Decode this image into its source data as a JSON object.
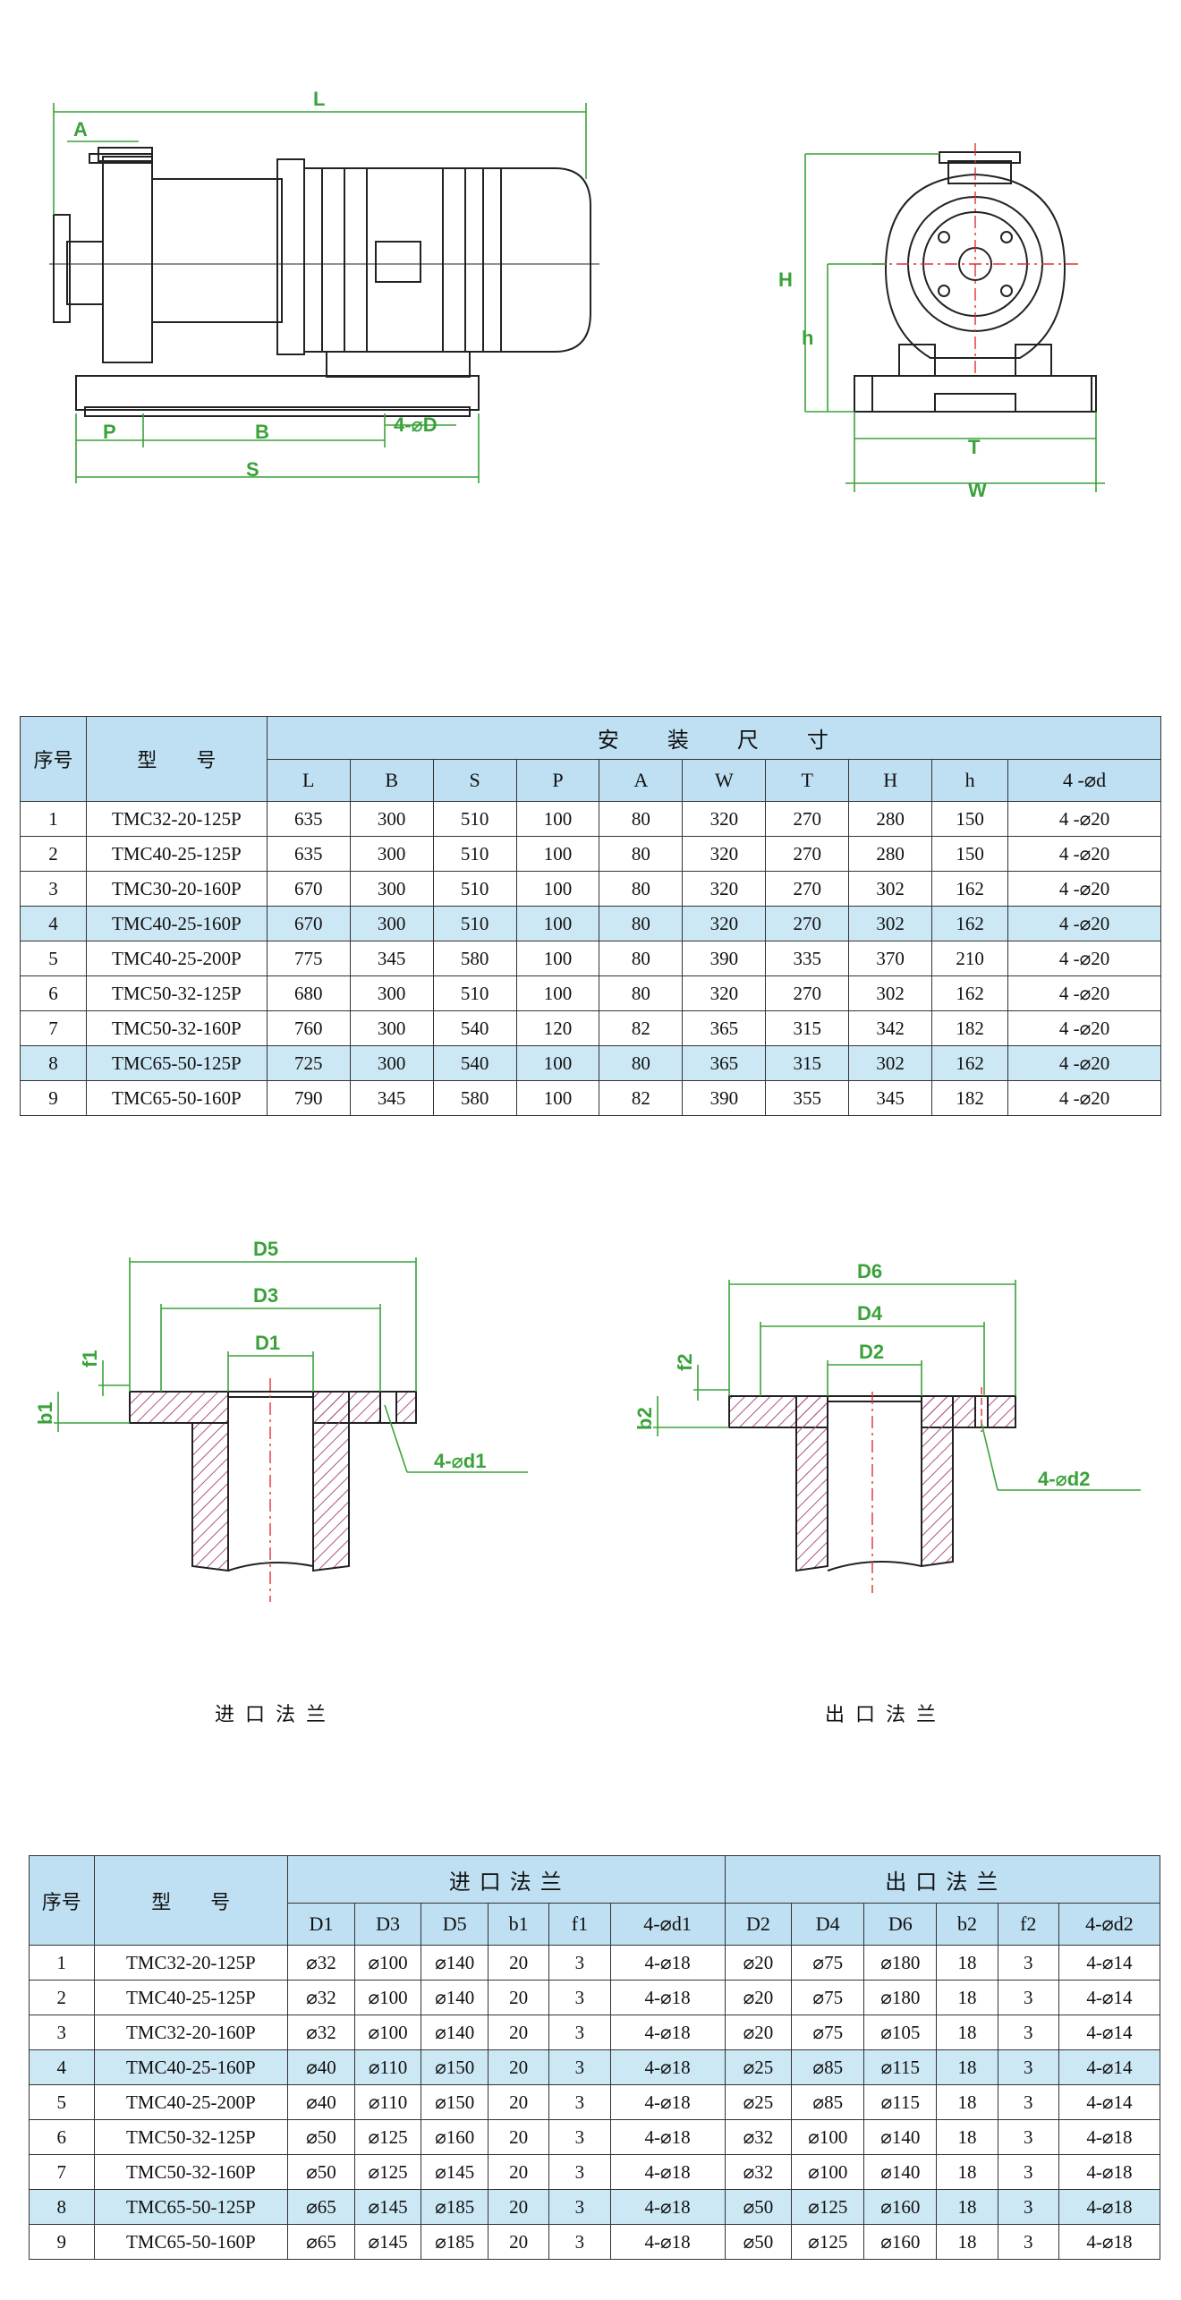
{
  "drawing": {
    "side_labels": {
      "L": "L",
      "A": "A",
      "P": "P",
      "B": "B",
      "D": "4-⌀D",
      "S": "S"
    },
    "front_labels": {
      "H": "H",
      "h": "h",
      "T": "T",
      "W": "W"
    }
  },
  "install_table": {
    "seq_header": "序号",
    "model_header": "型　　号",
    "group_header": "安　　装　　尺　　寸",
    "columns": [
      "L",
      "B",
      "S",
      "P",
      "A",
      "W",
      "T",
      "H",
      "h",
      "4 -⌀d"
    ],
    "rows": [
      {
        "seq": "1",
        "model": "TMC32-20-125P",
        "values": [
          "635",
          "300",
          "510",
          "100",
          "80",
          "320",
          "270",
          "280",
          "150",
          "4 -⌀20"
        ]
      },
      {
        "seq": "2",
        "model": "TMC40-25-125P",
        "values": [
          "635",
          "300",
          "510",
          "100",
          "80",
          "320",
          "270",
          "280",
          "150",
          "4 -⌀20"
        ]
      },
      {
        "seq": "3",
        "model": "TMC30-20-160P",
        "values": [
          "670",
          "300",
          "510",
          "100",
          "80",
          "320",
          "270",
          "302",
          "162",
          "4 -⌀20"
        ]
      },
      {
        "seq": "4",
        "model": "TMC40-25-160P",
        "values": [
          "670",
          "300",
          "510",
          "100",
          "80",
          "320",
          "270",
          "302",
          "162",
          "4 -⌀20"
        ]
      },
      {
        "seq": "5",
        "model": "TMC40-25-200P",
        "values": [
          "775",
          "345",
          "580",
          "100",
          "80",
          "390",
          "335",
          "370",
          "210",
          "4 -⌀20"
        ]
      },
      {
        "seq": "6",
        "model": "TMC50-32-125P",
        "values": [
          "680",
          "300",
          "510",
          "100",
          "80",
          "320",
          "270",
          "302",
          "162",
          "4 -⌀20"
        ]
      },
      {
        "seq": "7",
        "model": "TMC50-32-160P",
        "values": [
          "760",
          "300",
          "540",
          "120",
          "82",
          "365",
          "315",
          "342",
          "182",
          "4 -⌀20"
        ]
      },
      {
        "seq": "8",
        "model": "TMC65-50-125P",
        "values": [
          "725",
          "300",
          "540",
          "100",
          "80",
          "365",
          "315",
          "302",
          "162",
          "4 -⌀20"
        ]
      },
      {
        "seq": "9",
        "model": "TMC65-50-160P",
        "values": [
          "790",
          "345",
          "580",
          "100",
          "82",
          "390",
          "355",
          "345",
          "182",
          "4 -⌀20"
        ]
      }
    ]
  },
  "flange_drawing": {
    "inlet_labels": {
      "D5": "D5",
      "D3": "D3",
      "D1": "D1",
      "f1": "f1",
      "b1": "b1",
      "d1": "4-⌀d1"
    },
    "outlet_labels": {
      "D6": "D6",
      "D4": "D4",
      "D2": "D2",
      "f2": "f2",
      "b2": "b2",
      "d2": "4-⌀d2"
    },
    "inlet_caption": "进口法兰",
    "outlet_caption": "出口法兰"
  },
  "flange_table": {
    "seq_header": "序号",
    "model_header": "型　　号",
    "inlet_header": "进 口 法 兰",
    "outlet_header": "出 口 法 兰",
    "inlet_columns": [
      "D1",
      "D3",
      "D5",
      "b1",
      "f1",
      "4-⌀d1"
    ],
    "outlet_columns": [
      "D2",
      "D4",
      "D6",
      "b2",
      "f2",
      "4-⌀d2"
    ],
    "rows": [
      {
        "seq": "1",
        "model": "TMC32-20-125P",
        "inlet": [
          "⌀32",
          "⌀100",
          "⌀140",
          "20",
          "3",
          "4-⌀18"
        ],
        "outlet": [
          "⌀20",
          "⌀75",
          "⌀180",
          "18",
          "3",
          "4-⌀14"
        ]
      },
      {
        "seq": "2",
        "model": "TMC40-25-125P",
        "inlet": [
          "⌀32",
          "⌀100",
          "⌀140",
          "20",
          "3",
          "4-⌀18"
        ],
        "outlet": [
          "⌀20",
          "⌀75",
          "⌀180",
          "18",
          "3",
          "4-⌀14"
        ]
      },
      {
        "seq": "3",
        "model": "TMC32-20-160P",
        "inlet": [
          "⌀32",
          "⌀100",
          "⌀140",
          "20",
          "3",
          "4-⌀18"
        ],
        "outlet": [
          "⌀20",
          "⌀75",
          "⌀105",
          "18",
          "3",
          "4-⌀14"
        ]
      },
      {
        "seq": "4",
        "model": "TMC40-25-160P",
        "inlet": [
          "⌀40",
          "⌀110",
          "⌀150",
          "20",
          "3",
          "4-⌀18"
        ],
        "outlet": [
          "⌀25",
          "⌀85",
          "⌀115",
          "18",
          "3",
          "4-⌀14"
        ]
      },
      {
        "seq": "5",
        "model": "TMC40-25-200P",
        "inlet": [
          "⌀40",
          "⌀110",
          "⌀150",
          "20",
          "3",
          "4-⌀18"
        ],
        "outlet": [
          "⌀25",
          "⌀85",
          "⌀115",
          "18",
          "3",
          "4-⌀14"
        ]
      },
      {
        "seq": "6",
        "model": "TMC50-32-125P",
        "inlet": [
          "⌀50",
          "⌀125",
          "⌀160",
          "20",
          "3",
          "4-⌀18"
        ],
        "outlet": [
          "⌀32",
          "⌀100",
          "⌀140",
          "18",
          "3",
          "4-⌀18"
        ]
      },
      {
        "seq": "7",
        "model": "TMC50-32-160P",
        "inlet": [
          "⌀50",
          "⌀125",
          "⌀145",
          "20",
          "3",
          "4-⌀18"
        ],
        "outlet": [
          "⌀32",
          "⌀100",
          "⌀140",
          "18",
          "3",
          "4-⌀18"
        ]
      },
      {
        "seq": "8",
        "model": "TMC65-50-125P",
        "inlet": [
          "⌀65",
          "⌀145",
          "⌀185",
          "20",
          "3",
          "4-⌀18"
        ],
        "outlet": [
          "⌀50",
          "⌀125",
          "⌀160",
          "18",
          "3",
          "4-⌀18"
        ]
      },
      {
        "seq": "9",
        "model": "TMC65-50-160P",
        "inlet": [
          "⌀65",
          "⌀145",
          "⌀185",
          "20",
          "3",
          "4-⌀18"
        ],
        "outlet": [
          "⌀50",
          "⌀125",
          "⌀160",
          "18",
          "3",
          "4-⌀18"
        ]
      }
    ],
    "highlight_rows": [
      "4",
      "8"
    ]
  },
  "colors": {
    "header_bg": "#bfe0f2",
    "highlight_bg": "#cde8f5",
    "dimension": "#3aa23a",
    "hatch": "#b0508a",
    "centerline": "#e03030"
  }
}
